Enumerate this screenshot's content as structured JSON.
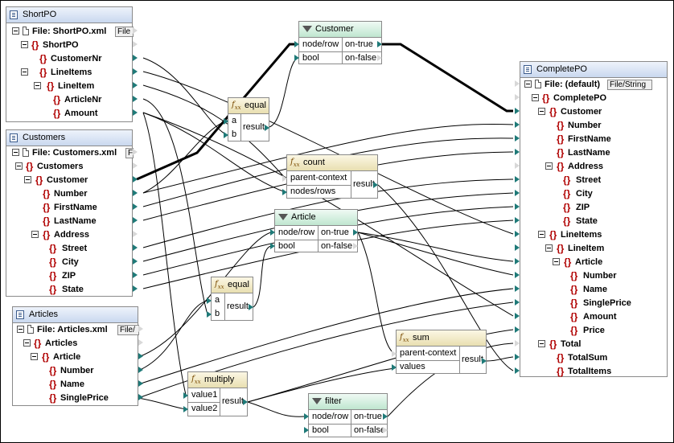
{
  "source_shortpo": {
    "title": "ShortPO",
    "file_label": "File: ShortPO.xml",
    "file_button": "File",
    "items": [
      "ShortPO",
      "CustomerNr",
      "LineItems",
      "LineItem",
      "ArticleNr",
      "Amount"
    ]
  },
  "source_customers": {
    "title": "Customers",
    "file_label": "File: Customers.xml",
    "file_button": "Fi",
    "items": [
      "Customers",
      "Customer",
      "Number",
      "FirstName",
      "LastName",
      "Address",
      "Street",
      "City",
      "ZIP",
      "State"
    ]
  },
  "source_articles": {
    "title": "Articles",
    "file_label": "File: Articles.xml",
    "file_button": "File/",
    "items": [
      "Articles",
      "Article",
      "Number",
      "Name",
      "SinglePrice"
    ]
  },
  "filter_customer": {
    "title": "Customer",
    "in1": "node/row",
    "in2": "bool",
    "out1": "on-true",
    "out2": "on-false"
  },
  "func_equal_1": {
    "title": "equal",
    "in1": "a",
    "in2": "b",
    "out": "result"
  },
  "func_count": {
    "title": "count",
    "in1": "parent-context",
    "in2": "nodes/rows",
    "out": "result"
  },
  "filter_article": {
    "title": "Article",
    "in1": "node/row",
    "in2": "bool",
    "out1": "on-true",
    "out2": "on-false"
  },
  "func_equal_2": {
    "title": "equal",
    "in1": "a",
    "in2": "b",
    "out": "result"
  },
  "func_sum": {
    "title": "sum",
    "in1": "parent-context",
    "in2": "values",
    "out": "result"
  },
  "func_multiply": {
    "title": "multiply",
    "in1": "value1",
    "in2": "value2",
    "out": "result"
  },
  "filter_filter": {
    "title": "filter",
    "in1": "node/row",
    "in2": "bool",
    "out1": "on-true",
    "out2": "on-false"
  },
  "target_completepo": {
    "title": "CompletePO",
    "file_label": "File: (default)",
    "file_button": "File/String",
    "items": [
      "CompletePO",
      "Customer",
      "Number",
      "FirstName",
      "LastName",
      "Address",
      "Street",
      "City",
      "ZIP",
      "State",
      "LineItems",
      "LineItem",
      "Article",
      "Number",
      "Name",
      "SinglePrice",
      "Amount",
      "Price",
      "Total",
      "TotalSum",
      "TotalItems"
    ]
  },
  "colors": {
    "connector": "#000000",
    "pin": "#1f7a78",
    "element_icon": "#b00000",
    "header_source": "#c9d8ef",
    "header_filter": "#bfe6cf",
    "header_function": "#e9dfb1"
  }
}
